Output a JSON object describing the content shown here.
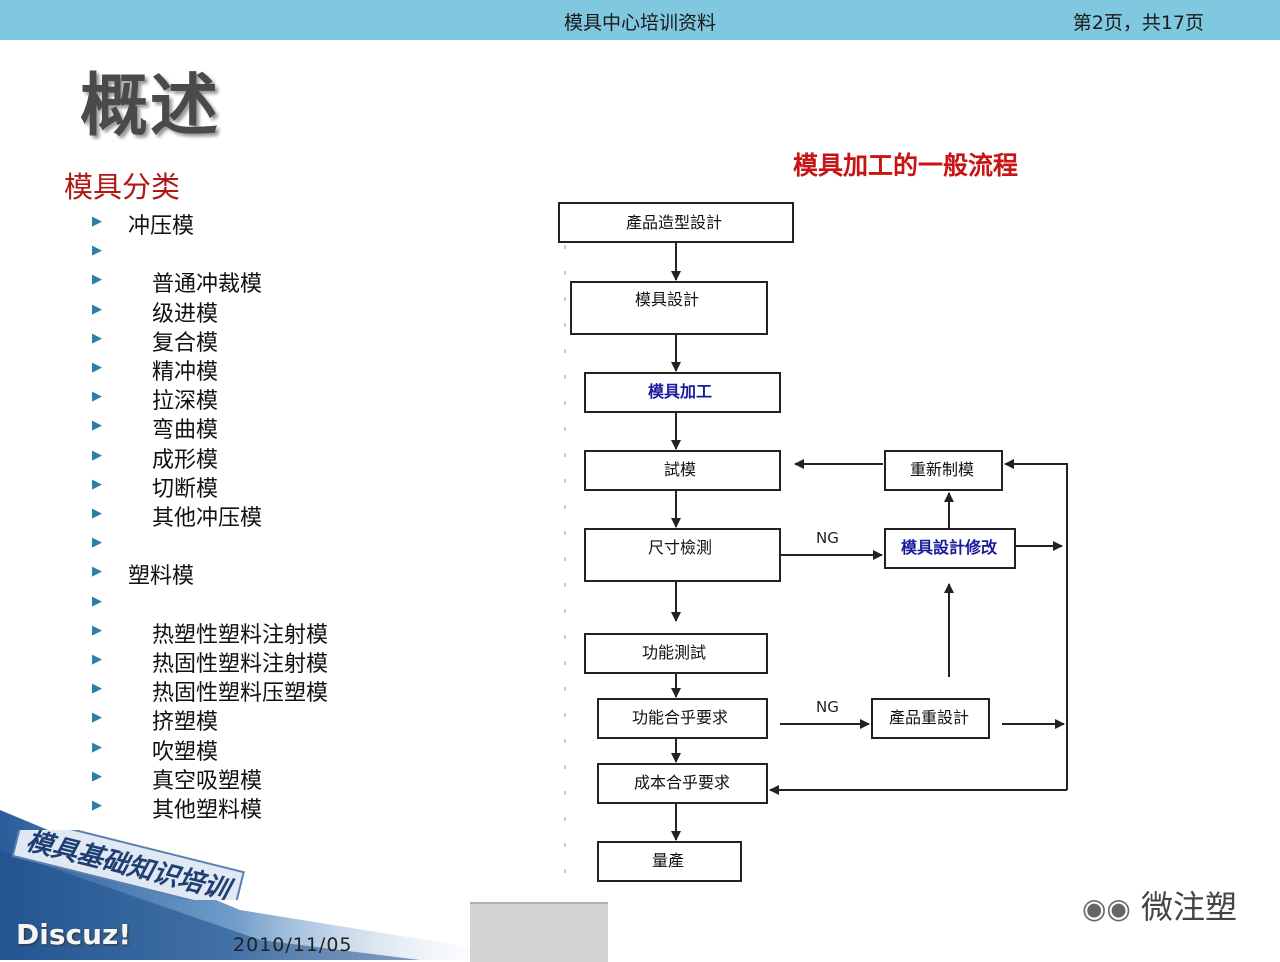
{
  "header": {
    "center_text": "模具中心培训资料",
    "page_indicator": "第2页，共17页"
  },
  "title": "概述",
  "section_title": "模具分类",
  "list": [
    {
      "level": 1,
      "text": "冲压模"
    },
    {
      "level": 1,
      "text": ""
    },
    {
      "level": 2,
      "text": "普通冲裁模"
    },
    {
      "level": 2,
      "text": "级进模"
    },
    {
      "level": 2,
      "text": "复合模"
    },
    {
      "level": 2,
      "text": "精冲模"
    },
    {
      "level": 2,
      "text": "拉深模"
    },
    {
      "level": 2,
      "text": "弯曲模"
    },
    {
      "level": 2,
      "text": "成形模"
    },
    {
      "level": 2,
      "text": "切断模"
    },
    {
      "level": 2,
      "text": "其他冲压模"
    },
    {
      "level": 1,
      "text": ""
    },
    {
      "level": 1,
      "text": "塑料模"
    },
    {
      "level": 1,
      "text": ""
    },
    {
      "level": 2,
      "text": "热塑性塑料注射模"
    },
    {
      "level": 2,
      "text": "热固性塑料注射模"
    },
    {
      "level": 2,
      "text": "热固性塑料压塑模"
    },
    {
      "level": 2,
      "text": "挤塑模"
    },
    {
      "level": 2,
      "text": "吹塑模"
    },
    {
      "level": 2,
      "text": "真空吸塑模"
    },
    {
      "level": 2,
      "text": "其他塑料模"
    }
  ],
  "flowchart": {
    "title": "模具加工的一般流程",
    "boxes": {
      "product_design": "產品造型設計",
      "mold_design": "模具設計",
      "mold_machining": "模具加工",
      "trial": "試模",
      "dimension_check": "尺寸檢測",
      "function_test": "功能測試",
      "function_req": "功能合乎要求",
      "cost_req": "成本合乎要求",
      "mass_production": "量產",
      "remake_mold": "重新制模",
      "mold_modify": "模具設計修改",
      "product_redesign": "產品重設計"
    },
    "ng_label": "NG",
    "colors": {
      "highlight_text": "#1a1a9e",
      "title": "#c81414"
    }
  },
  "footer": {
    "banner_text": "模具基础知识培训",
    "discuz": "Discuz!",
    "date": "2010/11/05",
    "watermark": "微注塑"
  },
  "colors": {
    "topbar": "#7fc8e0",
    "section_title": "#b01818",
    "bullet": "#2a7fa8"
  }
}
